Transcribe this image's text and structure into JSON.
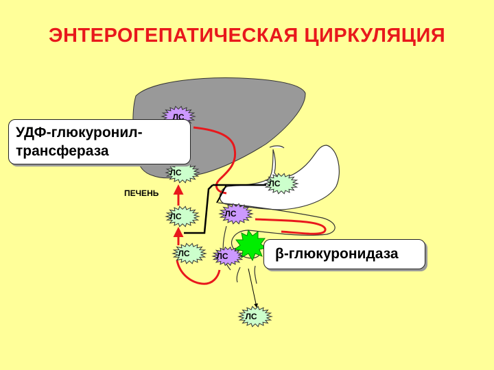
{
  "title": "ЭНТЕРОГЕПАТИЧЕСКАЯ ЦИРКУЛЯЦИЯ",
  "liver_label": "ПЕЧЕНЬ",
  "enzyme_udf": [
    "УДФ-глюкуронил-",
    "трансфераза"
  ],
  "enzyme_beta": "β-глюкуронидаза",
  "node_label": "ЛС",
  "colors": {
    "background": "#ffff99",
    "title": "#e8181c",
    "liver": "#999999",
    "node_purple": "#cc99ff",
    "node_green": "#ccffcc",
    "pathway": "#e8181c",
    "burst_red": "#ff0000",
    "burst_green": "#00ee00"
  }
}
